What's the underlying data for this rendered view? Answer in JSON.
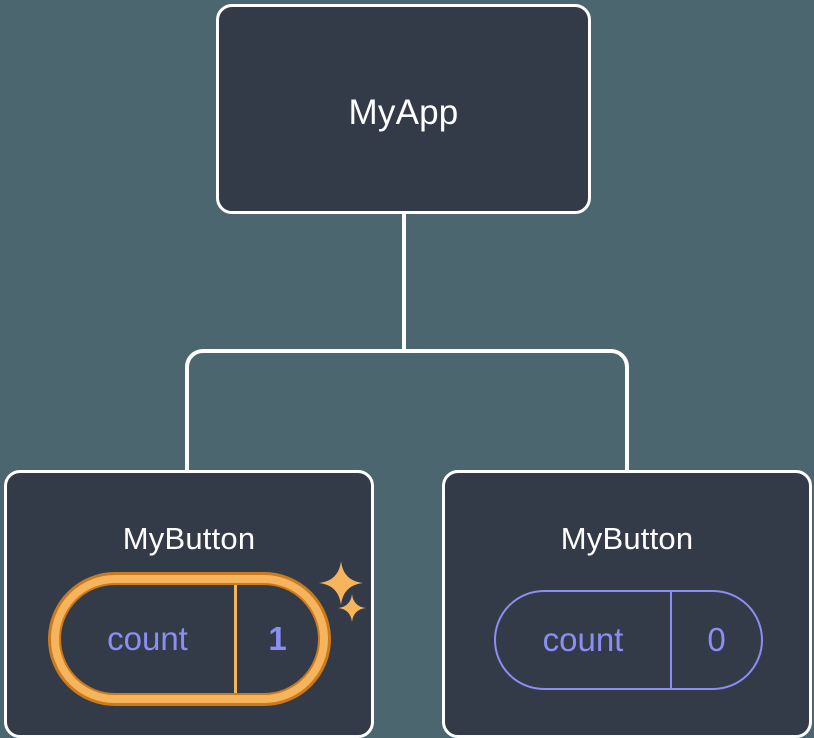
{
  "diagram": {
    "type": "component-tree",
    "title": "React component tree with state",
    "background_color": "#4c6670",
    "card_fill_color": "#343b48",
    "card_border_color": "#ffffff",
    "connector_color": "#ffffff",
    "state_text_color": "#8a8ef5",
    "highlight_ring_color": "#f6b45c",
    "highlight_outline_color": "#cb7a1d",
    "sparkle_color": "#f6b45c"
  },
  "nodes": {
    "root": {
      "label": "MyApp",
      "highlighted": false
    },
    "children": [
      {
        "label": "MyButton",
        "highlighted": true,
        "state": {
          "key": "count",
          "value": "1"
        },
        "sparkles": [
          {
            "name": "sparkle-large"
          },
          {
            "name": "sparkle-small"
          }
        ]
      },
      {
        "label": "MyButton",
        "highlighted": false,
        "state": {
          "key": "count",
          "value": "0"
        }
      }
    ]
  }
}
